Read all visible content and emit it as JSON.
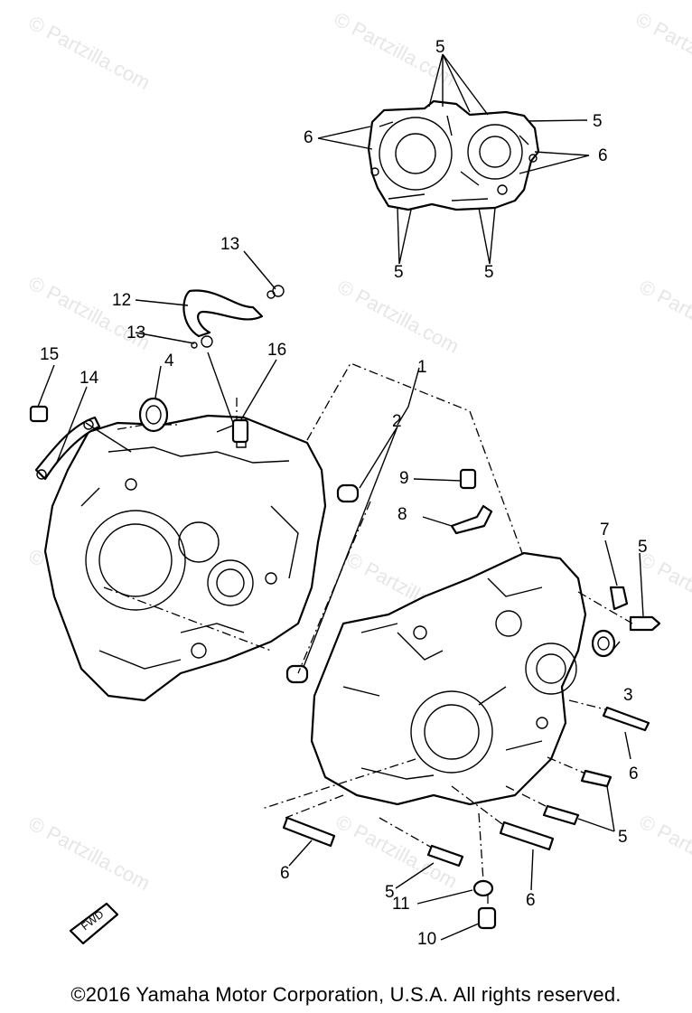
{
  "watermark": "© Partzilla.com",
  "footer": "©2016 Yamaha Motor Corporation, U.S.A. All rights reserved.",
  "fwd_mark": "FWD",
  "callouts": [
    "1",
    "2",
    "3",
    "4",
    "5",
    "6",
    "7",
    "8",
    "9",
    "10",
    "11",
    "12",
    "13",
    "14",
    "15",
    "16"
  ]
}
